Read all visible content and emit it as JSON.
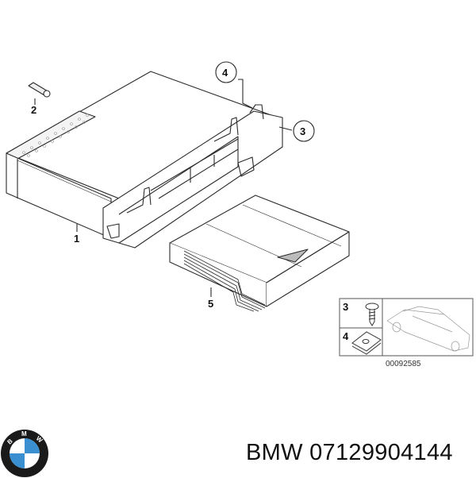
{
  "diagram": {
    "type": "exploded parts diagram",
    "callouts": [
      {
        "id": "1",
        "label": "1",
        "part": "cd-changer-unit"
      },
      {
        "id": "2",
        "label": "2",
        "part": "pin"
      },
      {
        "id": "3",
        "label": "3",
        "part": "screw"
      },
      {
        "id": "4",
        "label": "4",
        "part": "clip-nut"
      },
      {
        "id": "5",
        "label": "5",
        "part": "cd-magazine"
      }
    ],
    "legend": {
      "items": [
        {
          "label": "3",
          "part": "screw"
        },
        {
          "label": "4",
          "part": "clip-nut"
        }
      ],
      "reference_code": "00092585"
    }
  },
  "footer": {
    "brand_logo": "BMW",
    "logo_letters": [
      "B",
      "M",
      "W"
    ],
    "part_number_text": "BMW 07129904144"
  },
  "colors": {
    "line": "#2a2a2a",
    "logo_blue": "#3a8fd0",
    "logo_ring": "#1a1a1a"
  }
}
